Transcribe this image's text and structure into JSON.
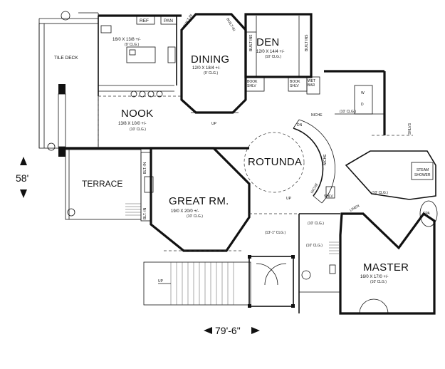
{
  "rooms": {
    "tile_deck": {
      "name": "TILE DECK"
    },
    "kitchen": {
      "dims": "16/0 X 13/8 +/-",
      "ceiling": "(9' CLG.)",
      "ref": "REF",
      "pan": "PAN"
    },
    "dining": {
      "name": "DINING",
      "dims": "12/0 X 18/4 +/-",
      "ceiling": "(9' CLG.)"
    },
    "den": {
      "name": "DEN",
      "dims": "12/0 X 14/4 +/-",
      "ceiling": "(10' CLG.)"
    },
    "nook": {
      "name": "NOOK",
      "dims": "13/8 X 10/0 +/-",
      "ceiling": "(10' CLG.)"
    },
    "rotunda": {
      "name": "ROTUNDA"
    },
    "terrace": {
      "name": "TERRACE"
    },
    "great_room": {
      "name": "GREAT RM.",
      "dims": "19/0 X 20/0 +/-",
      "ceiling": "(10' CLG.)"
    },
    "master": {
      "name": "MASTER",
      "dims": "16/0 X 17/0 +/-",
      "ceiling": "(10' CLG.)"
    }
  },
  "labels": {
    "built_in_1": "BUILT-IN",
    "built_in_2": "BUILT-IN",
    "built_ins_1": "BUILT INS",
    "built_ins_2": "BUILT INS",
    "book_shlv_1": "BOOK",
    "book_shlv_1b": "SHLV",
    "book_shlv_2": "BOOK",
    "book_shlv_2b": "SHLV",
    "wet_bar_a": "WET",
    "wet_bar_b": "BAR",
    "niche_1": "NICHE",
    "niche_2": "NICHE",
    "niche_3": "NICHE",
    "shlvs": "SHLVS",
    "steam_a": "STEAM",
    "steam_b": "SHOWER",
    "spa": "SPA",
    "linen": "LINEN",
    "shlv": "SHLV",
    "w": "W",
    "d": "D",
    "dn": "DN",
    "up_rotunda": "UP",
    "up_nook": "UP",
    "up_entry": "UP",
    "blt_in_1": "BLT.-IN",
    "blt_in_2": "BLT.-IN",
    "clg_10_a": "(10' CLG.)",
    "clg_10_b": "(10' CLG.)",
    "clg_10_c": "(10' CLG.)",
    "clg_10_d": "(10' CLG.)",
    "clg_13": "(13'-1\" CLG.)"
  },
  "overall": {
    "depth": "58'",
    "width": "79'-6\""
  }
}
